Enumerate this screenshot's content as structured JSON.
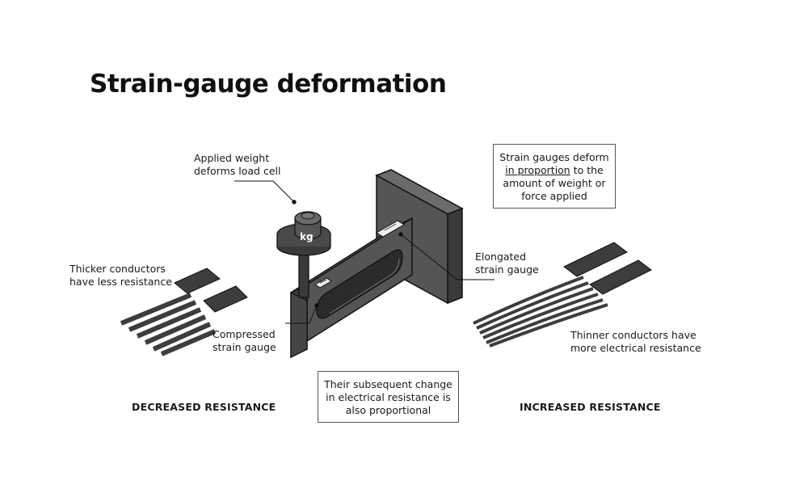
{
  "title": "Strain-gauge deformation",
  "labels": {
    "applied_weight_line1": "Applied weight",
    "applied_weight_line2": "deforms load cell",
    "thicker_line1": "Thicker conductors",
    "thicker_line2": "have less resistance",
    "compressed_line1": "Compressed",
    "compressed_line2": "strain gauge",
    "elongated_line1": "Elongated",
    "elongated_line2": "strain gauge",
    "thinner_line1": "Thinner conductors have",
    "thinner_line2": "more electrical resistance",
    "weight_marking": "kg"
  },
  "boxes": {
    "proportion_pre": "Strain gauges deform",
    "proportion_underlined": "in proportion",
    "proportion_post": " to the",
    "proportion_line3": "amount of weight or",
    "proportion_line4": "force applied",
    "change_line1": "Their subsequent change",
    "change_line2": "in electrical resistance is",
    "change_line3": "also proportional"
  },
  "headings": {
    "decreased": "DECREASED RESISTANCE",
    "increased": "INCREASED RESISTANCE"
  },
  "colors": {
    "metal_dark": "#3a3a3a",
    "metal_mid": "#555555",
    "metal_light": "#6b6b6b",
    "outline": "#111111",
    "gauge_fill": "#3d3d3d"
  }
}
